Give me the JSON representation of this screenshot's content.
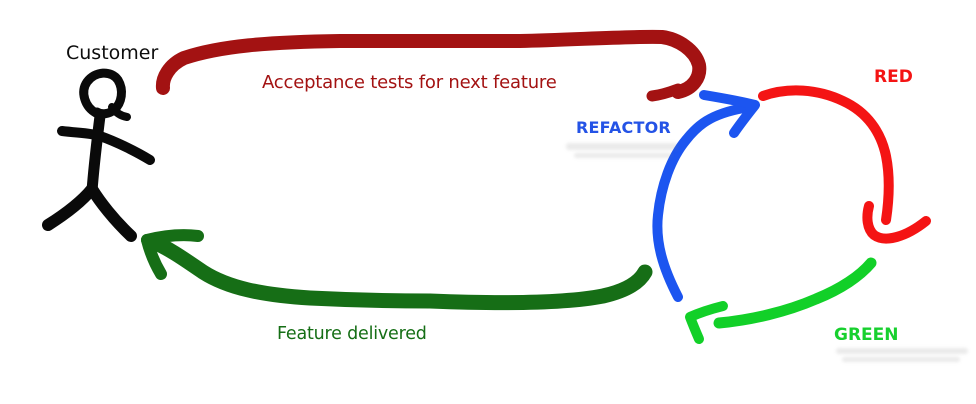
{
  "diagram": {
    "type": "hand-drawn flow diagram (ATDD / TDD cycle)",
    "labels": {
      "customer": "Customer",
      "acceptance_tests": "Acceptance tests for next feature",
      "refactor": "REFACTOR",
      "red": "RED",
      "green": "GREEN",
      "feature_delivered": "Feature delivered"
    },
    "colors": {
      "background": "#ffffff",
      "stick_figure": "#0a0a0a",
      "acceptance_arrow": "#a31212",
      "refactor_arc": "#1c55f0",
      "red_arc": "#f41414",
      "green_arc": "#12d028",
      "feature_arrow": "#166e16"
    },
    "flow": [
      {
        "from": "Customer",
        "to": "TDD cycle",
        "label": "Acceptance tests for next feature",
        "color": "#a31212"
      },
      {
        "from": "RED",
        "to": "GREEN",
        "color": "#f41414"
      },
      {
        "from": "GREEN",
        "to": "REFACTOR",
        "color": "#12d028"
      },
      {
        "from": "REFACTOR",
        "to": "RED",
        "color": "#1c55f0"
      },
      {
        "from": "TDD cycle",
        "to": "Customer",
        "label": "Feature delivered",
        "color": "#166e16"
      }
    ]
  }
}
